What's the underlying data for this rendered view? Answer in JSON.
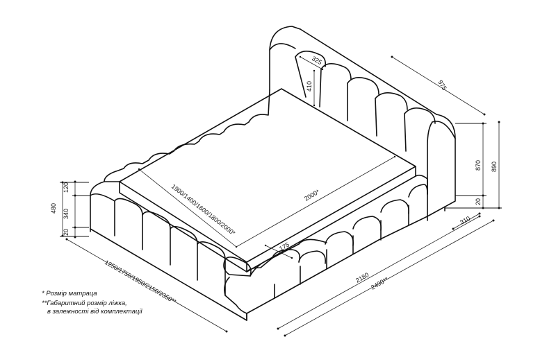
{
  "dimensions": {
    "headboard_cushion_width": "325",
    "headboard_cushion_height": "410",
    "headboard_depth": "975",
    "total_height_870": "870",
    "total_height_890": "890",
    "leg_height_right": "20",
    "frame_side": "310",
    "mattress_widths": "1900/1400/1600/1800/2000*",
    "mattress_length": "2000*",
    "frame_border": "175",
    "inner_length": "2180",
    "total_length": "2490**",
    "total_widths": "1250/1750/1950/2150/2350**",
    "frame_height_total": "480",
    "frame_top": "120",
    "frame_mid": "340",
    "leg_height_left": "20"
  },
  "notes": {
    "mattress_note": "* Розмір матраца",
    "overall_note_line1": "**Габаритний розмір ліжка,",
    "overall_note_line2": "в залежності від комплектації"
  }
}
